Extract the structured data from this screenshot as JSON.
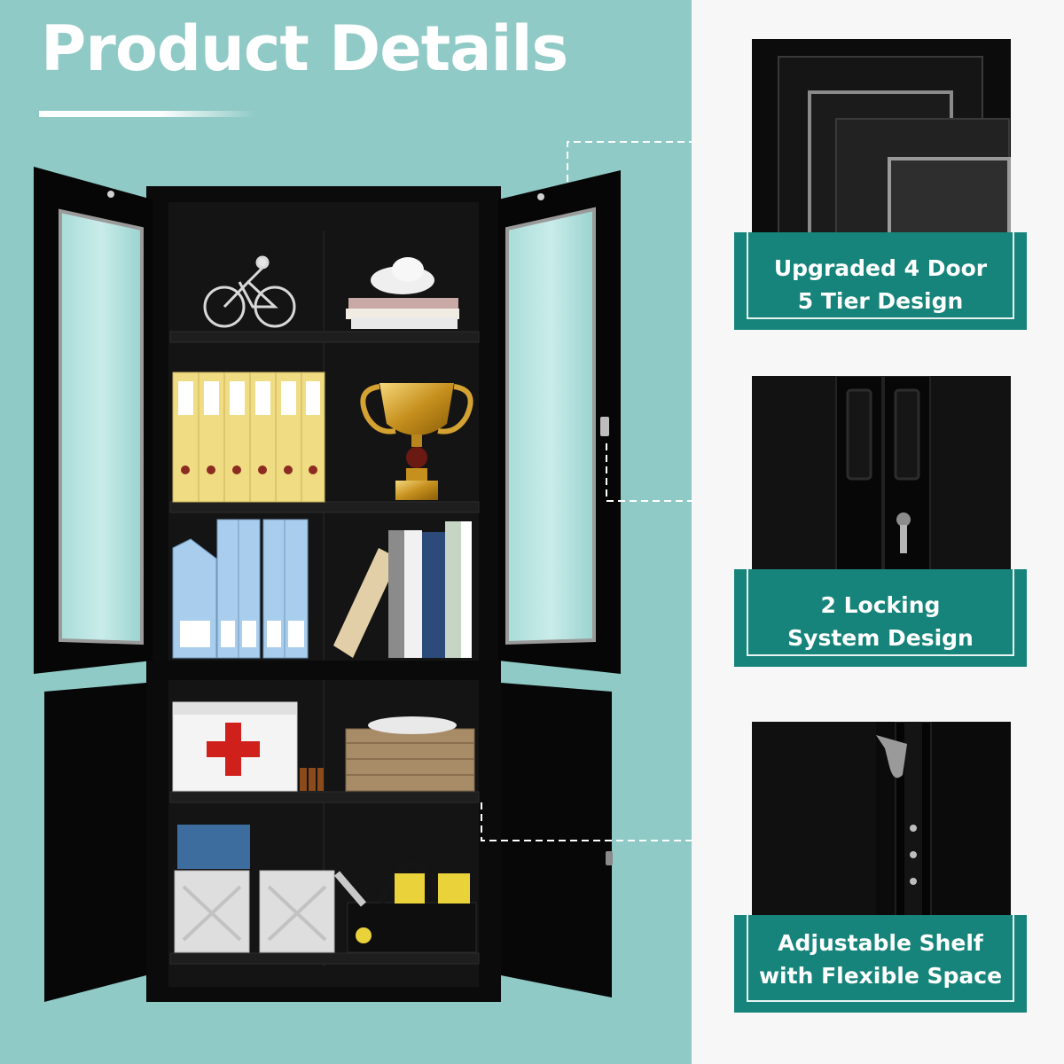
{
  "header": {
    "title": "Product Details"
  },
  "features": [
    {
      "label": "Upgraded 4 Door\n5 Tier Design",
      "image": "stacked-doors-photo"
    },
    {
      "label": "2 Locking\nSystem Design",
      "image": "door-lock-photo"
    },
    {
      "label": "Adjustable Shelf\nwith Flexible Space",
      "image": "shelf-bracket-photo"
    }
  ],
  "cabinet": {
    "color": "#0a0a0a",
    "contents": [
      "figurine",
      "book-stack",
      "yellow-binders",
      "trophy",
      "blue-binders",
      "books",
      "first-aid-box",
      "wicker-basket",
      "storage-bins",
      "tool-bag"
    ]
  },
  "colors": {
    "panel_bg": "#8fcac6",
    "band": "#16847a",
    "text": "#ffffff"
  }
}
